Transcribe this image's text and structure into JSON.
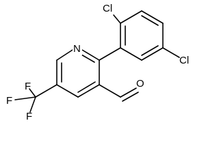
{
  "molecule": {
    "atoms": {
      "nitrogen": "N",
      "chlorine_top": "Cl",
      "chlorine_right": "Cl",
      "aldehyde_oxygen": "O",
      "fluorine_top": "F",
      "fluorine_left": "F",
      "fluorine_bottom": "F"
    }
  }
}
